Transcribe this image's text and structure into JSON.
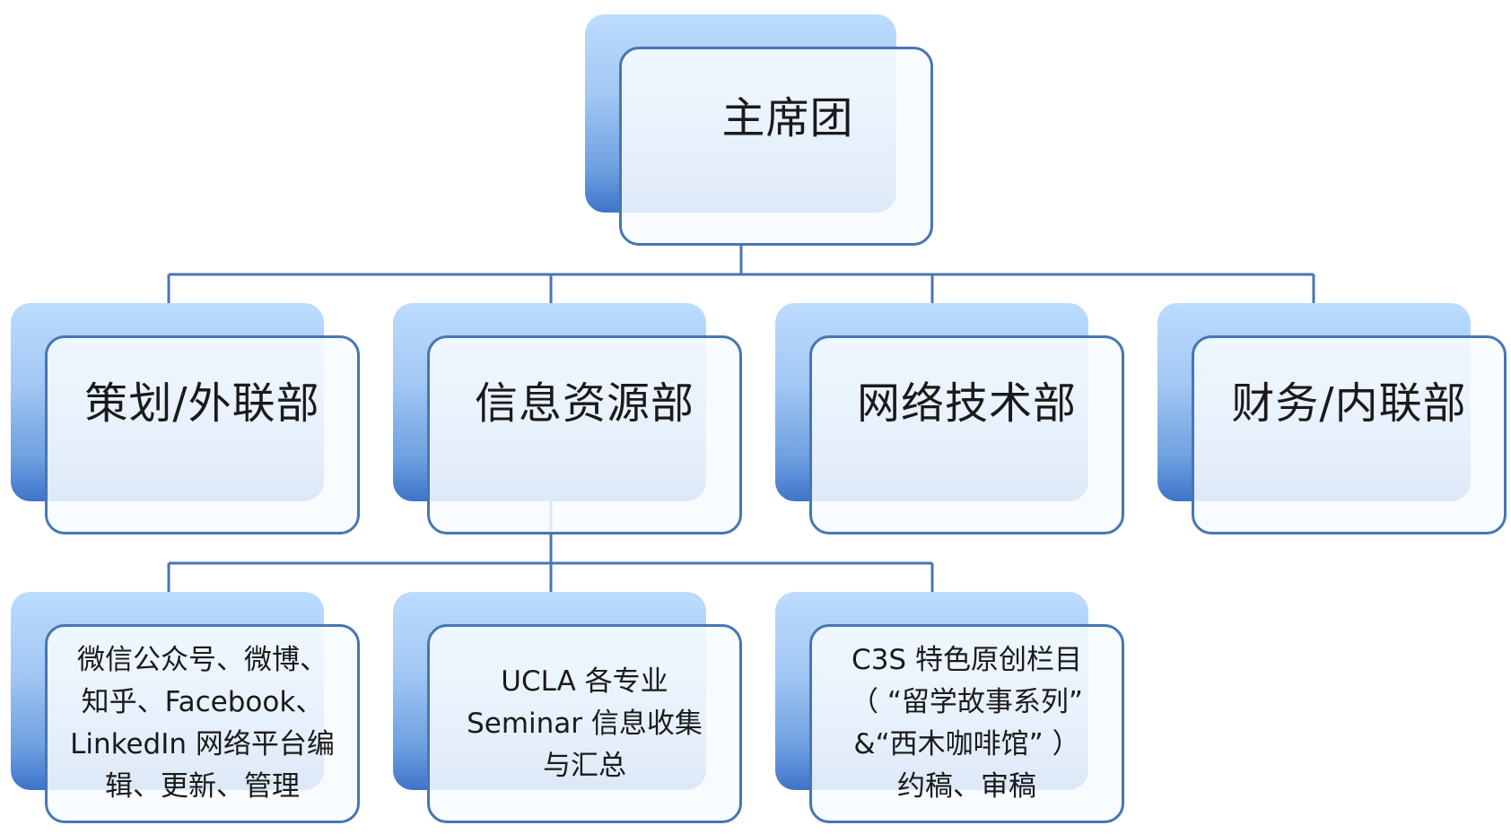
{
  "root": {
    "label": "主席团"
  },
  "departments": [
    {
      "label": "策划/外联部"
    },
    {
      "label": "信息资源部"
    },
    {
      "label": "网络技术部"
    },
    {
      "label": "财务/内联部"
    }
  ],
  "sub_units": [
    {
      "lines": [
        "微信公众号、微博、",
        "知乎、Facebook、",
        "LinkedIn 网络平台编",
        "辑、更新、管理"
      ]
    },
    {
      "lines": [
        "UCLA 各专业",
        "Seminar 信息收集",
        "与汇总"
      ]
    },
    {
      "lines": [
        "C3S 特色原创栏目",
        "（ “留学故事系列”",
        "&“西木咖啡馆” ）",
        "约稿、审稿"
      ]
    }
  ],
  "colors": {
    "connector": "#4776b3",
    "border": "#4776b3",
    "gradient_top": "#bcdcff",
    "gradient_bottom": "#3d74c9"
  }
}
